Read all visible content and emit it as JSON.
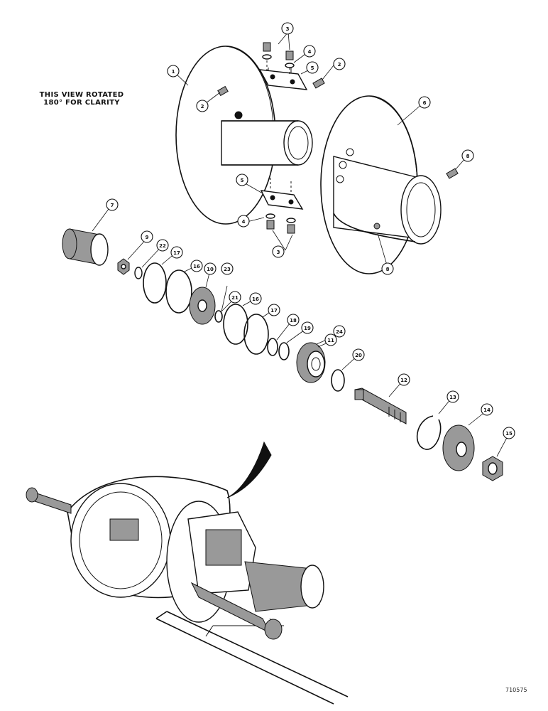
{
  "note": {
    "line1": "THIS VIEW ROTATED",
    "line2": "180° FOR CLARITY"
  },
  "figure_number": "710575",
  "callouts": {
    "c1a": "1",
    "c2a": "2",
    "c2b": "2",
    "c3a": "3",
    "c3b": "3",
    "c4a": "4",
    "c4b": "4",
    "c5a": "5",
    "c5b": "5",
    "c6": "6",
    "c7": "7",
    "c8a": "8",
    "c8b": "8",
    "c9": "9",
    "c10": "10",
    "c11": "11",
    "c12": "12",
    "c13": "13",
    "c14": "14",
    "c15": "15",
    "c16a": "16",
    "c16b": "16",
    "c17a": "17",
    "c17b": "17",
    "c18": "18",
    "c19": "19",
    "c20": "20",
    "c21": "21",
    "c22": "22",
    "c23": "23",
    "c24": "24"
  }
}
